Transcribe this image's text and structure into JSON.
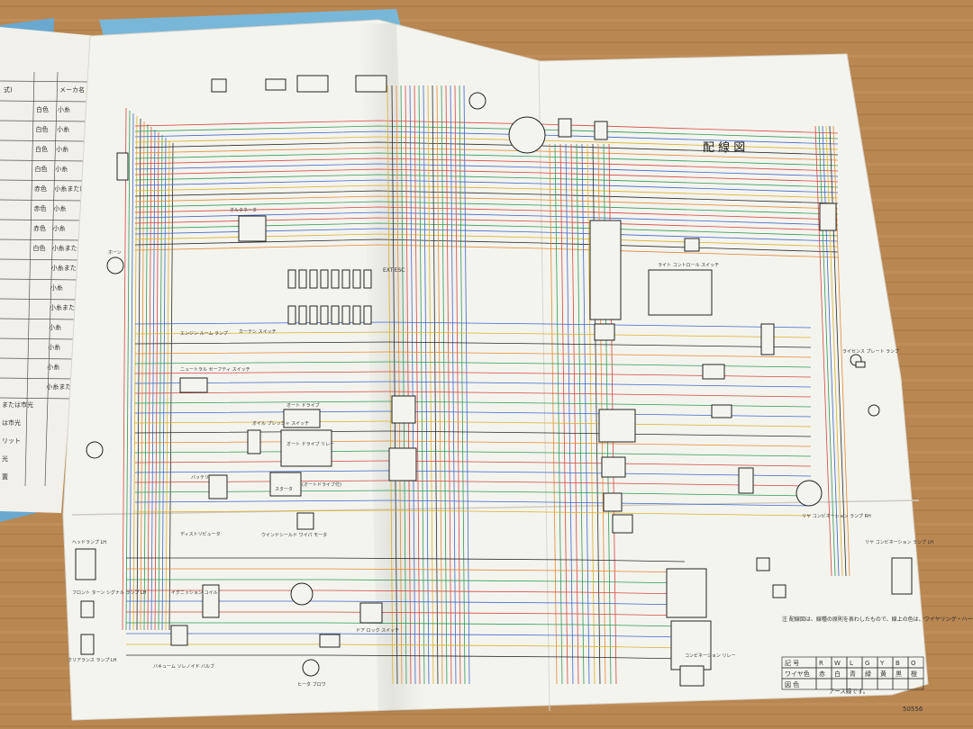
{
  "title": "配 線 図",
  "page_number": "50556",
  "left_booklet": {
    "header_right": "メーカ名",
    "header_left": "式)",
    "rows": [
      [
        "",
        "白色",
        "小糸"
      ],
      [
        "",
        "白色",
        "小糸"
      ],
      [
        "",
        "白色",
        "小糸"
      ],
      [
        "",
        "白色",
        "小糸"
      ],
      [
        "",
        "赤色",
        "小糸または市光"
      ],
      [
        "",
        "赤色",
        "小糸"
      ],
      [
        "",
        "赤色",
        "小糸"
      ],
      [
        "",
        "白色",
        "小糸または市光"
      ],
      [
        "",
        "",
        "小糸または市光"
      ],
      [
        "",
        "",
        "小糸"
      ],
      [
        "",
        "",
        "小糸または市光"
      ],
      [
        "",
        "",
        "小糸"
      ],
      [
        "",
        "",
        "小糸"
      ],
      [
        "",
        "",
        "小糸"
      ],
      [
        "",
        "",
        "小糸または市光"
      ]
    ],
    "bottom_fragments": [
      "または市光",
      "は市光",
      "リット",
      "光",
      "置"
    ]
  },
  "labels": {
    "auto_drive": "オート ドライブ",
    "auto_drive_relay": "オート ドライブ リレー",
    "auto_drive_opt": "(オートドライブ付)",
    "dist": "ディストリビュータ",
    "battery": "バッテリ",
    "starter": "スタータ",
    "alternator": "オルタネータ",
    "ignition_coil": "イグニッション コイル",
    "wiper_motor": "ウインドシールド ワイパ モータ",
    "horn": "ホーン",
    "headlamp_lh": "ヘッドランプ LH",
    "front_turn_lh": "フロント ターン シグナル ランプ LH",
    "clearance_lh": "クリアランス ランプ LH",
    "heater_blower": "ヒータ ブロワ",
    "door_lock": "ドア ロック スイッチ",
    "light_control": "ライト コントロール スイッチ",
    "rear_combo_rh": "リヤ コンビネーション ランプ RH",
    "rear_combo_lh": "リヤ コンビネーション ランプ LH",
    "license": "ライセンス プレート ランプ",
    "combination_relay": "コンビネーション リレー",
    "neutral": "ニュートラル セーフティ スイッチ",
    "oil_pressure": "オイル プレッシャ スイッチ",
    "courtesy": "カーテシ スイッチ",
    "engine_room": "エンジン ルーム ランプ",
    "fuse": "EXT.ESC",
    "vacuum": "バキューム ソレノイド バルブ"
  },
  "note": {
    "text": "注 配線図は、線種の原則を表わしたもので、線上の色は、ワイヤリング・ハーネスの地色を示し、記号は、第一記号で地色、第二記号でワイヤリング・ハーネスに描かれた線の色を示す。たとえば、RGは赤地に緑の線が入っていることを表わす。また数字は線の太さを示します。",
    "table": {
      "headers": [
        "記 号",
        "R",
        "W",
        "L",
        "G",
        "Y",
        "B",
        "O"
      ],
      "row_color": [
        "ワイヤ色",
        "赤",
        "白",
        "青",
        "緑",
        "黄",
        "黒",
        "橙"
      ],
      "row_symbol": [
        "図 色",
        "",
        "",
        "",
        "",
        "",
        "",
        ""
      ]
    },
    "earth": "アース線です。"
  },
  "colors": {
    "red": "#d4463f",
    "green": "#2f9a55",
    "blue": "#3f66c8",
    "yellow": "#d8b224",
    "black": "#2a2a2a",
    "orange": "#df8a32",
    "paper": "#f4f4ef"
  }
}
